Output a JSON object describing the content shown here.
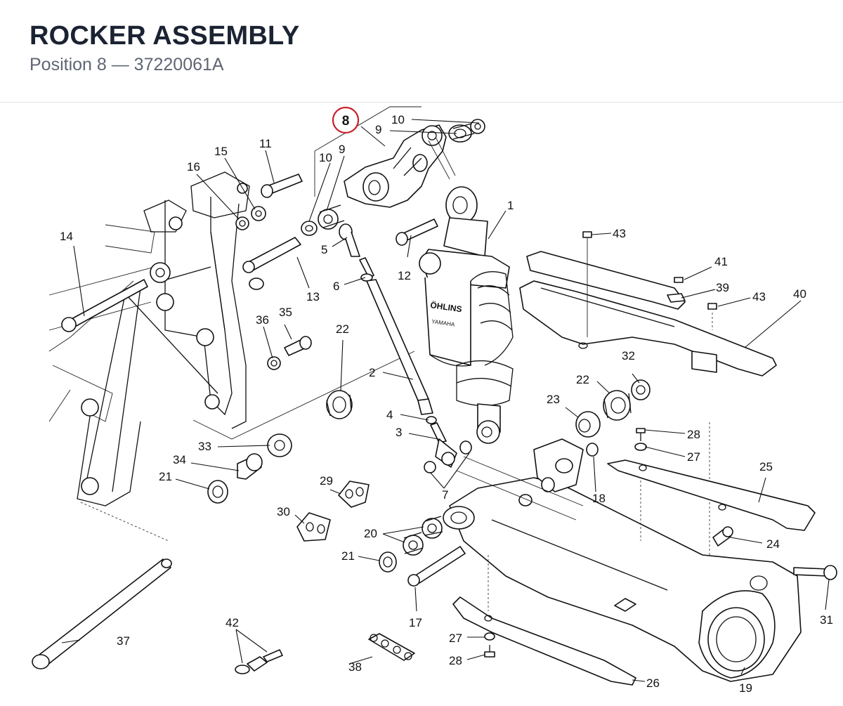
{
  "header": {
    "title": "ROCKER ASSEMBLY",
    "subtitle": "Position 8 — 37220061A"
  },
  "highlight": {
    "label": "8",
    "color": "#c8202b"
  },
  "callouts": {
    "c1": "1",
    "c2": "2",
    "c3": "3",
    "c4": "4",
    "c5": "5",
    "c6": "6",
    "c7": "7",
    "c9a": "9",
    "c9b": "9",
    "c10a": "10",
    "c10b": "10",
    "c11": "11",
    "c12": "12",
    "c13": "13",
    "c14": "14",
    "c15": "15",
    "c16": "16",
    "c17": "17",
    "c18": "18",
    "c19": "19",
    "c20": "20",
    "c21a": "21",
    "c21b": "21",
    "c22a": "22",
    "c22b": "22",
    "c23": "23",
    "c24": "24",
    "c25": "25",
    "c26": "26",
    "c27a": "27",
    "c27b": "27",
    "c28a": "28",
    "c28b": "28",
    "c29": "29",
    "c30": "30",
    "c31": "31",
    "c32": "32",
    "c33": "33",
    "c34": "34",
    "c35": "35",
    "c36": "36",
    "c37": "37",
    "c38": "38",
    "c39": "39",
    "c40": "40",
    "c41": "41",
    "c42": "42",
    "c43a": "43",
    "c43b": "43"
  },
  "shock_branding": {
    "brand": "ÖHLINS",
    "sub": "YAMAHA"
  }
}
